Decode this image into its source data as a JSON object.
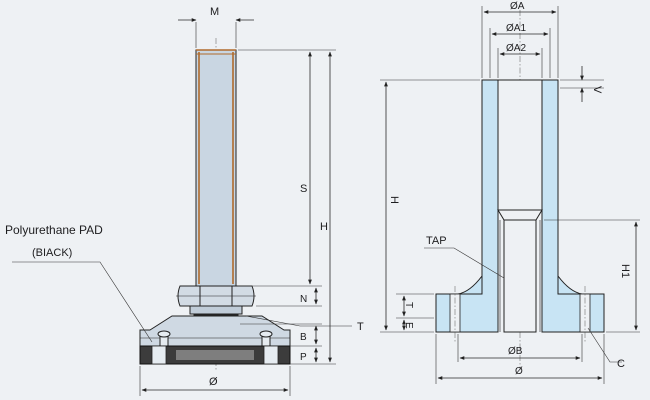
{
  "left_view": {
    "callout": {
      "line1": "Polyurethane PAD",
      "line2": "(BIACK)"
    },
    "dims": {
      "m": "M",
      "s": "S",
      "h": "H",
      "n": "N",
      "b": "B",
      "p": "P",
      "t": "T",
      "dia": "Ø"
    }
  },
  "right_view": {
    "dims": {
      "a": "ØA",
      "a1": "ØA1",
      "a2": "ØA2",
      "v": "V",
      "h": "H",
      "h1": "H1",
      "t": "T",
      "e": "E",
      "b": "ØB",
      "dia": "Ø",
      "c": "C"
    },
    "callout": {
      "tap": "TAP"
    }
  },
  "colors": {
    "background": "#eef1f4",
    "stud_body": "#c9d6e2",
    "thread_edge": "#b06a2c",
    "flange_body": "#c8e4f4",
    "pad_dark": "#3c3c3c"
  }
}
